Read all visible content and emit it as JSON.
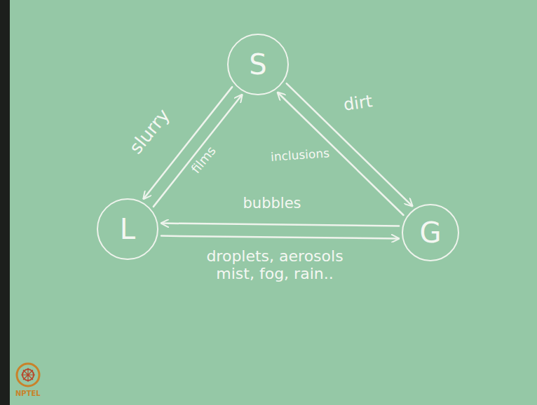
{
  "diagram": {
    "nodes": [
      {
        "text": [
          "S"
        ]
      },
      {
        "text": [
          "L"
        ]
      },
      {
        "text": [
          "G"
        ]
      }
    ],
    "edges": [
      {
        "from": 0,
        "to": 1,
        "label": "slurry",
        "arrow": "to"
      },
      {
        "from": 1,
        "to": 0,
        "label": "films",
        "arrow": "to"
      },
      {
        "from": 0,
        "to": 2,
        "label": "dirt",
        "arrow": "to"
      },
      {
        "from": 2,
        "to": 0,
        "label": "inclusions",
        "arrow": "to"
      },
      {
        "from": 2,
        "to": 1,
        "label": "bubbles",
        "arrow": "to"
      },
      {
        "from": 1,
        "to": 2,
        "label": "droplets, aerosols mist, fog, rain..",
        "arrow": "to"
      }
    ],
    "labels": [
      "NPTEL"
    ]
  }
}
